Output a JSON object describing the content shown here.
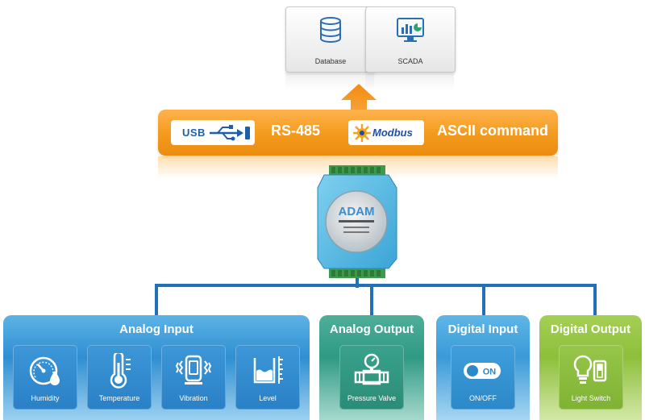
{
  "top": {
    "database": {
      "label": "Database",
      "icon": "database-icon"
    },
    "scada": {
      "label": "SCADA",
      "icon": "chart-monitor-icon"
    }
  },
  "banner": {
    "usb": "USB",
    "rs485": "RS-485",
    "modbus": "Modbus",
    "ascii": "ASCII command"
  },
  "device": {
    "brand": "ADAM"
  },
  "groups": {
    "analog_input": {
      "title": "Analog Input",
      "items": [
        {
          "label": "Humidity",
          "icon": "gauge-drop-icon"
        },
        {
          "label": "Temperature",
          "icon": "thermometer-icon"
        },
        {
          "label": "Vibration",
          "icon": "vibration-icon"
        },
        {
          "label": "Level",
          "icon": "level-icon"
        }
      ]
    },
    "analog_output": {
      "title": "Analog Output",
      "items": [
        {
          "label": "Pressure Valve",
          "icon": "valve-icon"
        }
      ]
    },
    "digital_input": {
      "title": "Digital Input",
      "items": [
        {
          "label": "ON/OFF",
          "icon": "toggle-icon",
          "toggle_text": "ON"
        }
      ]
    },
    "digital_output": {
      "title": "Digital Output",
      "items": [
        {
          "label": "Light Switch",
          "icon": "lightbulb-switch-icon"
        }
      ]
    }
  },
  "colors": {
    "banner": "#f39a1c",
    "connector": "#2270b8",
    "analog_input": "#2f8fd2",
    "analog_output": "#2f9a84",
    "digital_input": "#3a9ad8",
    "digital_output": "#8dbf3a"
  }
}
